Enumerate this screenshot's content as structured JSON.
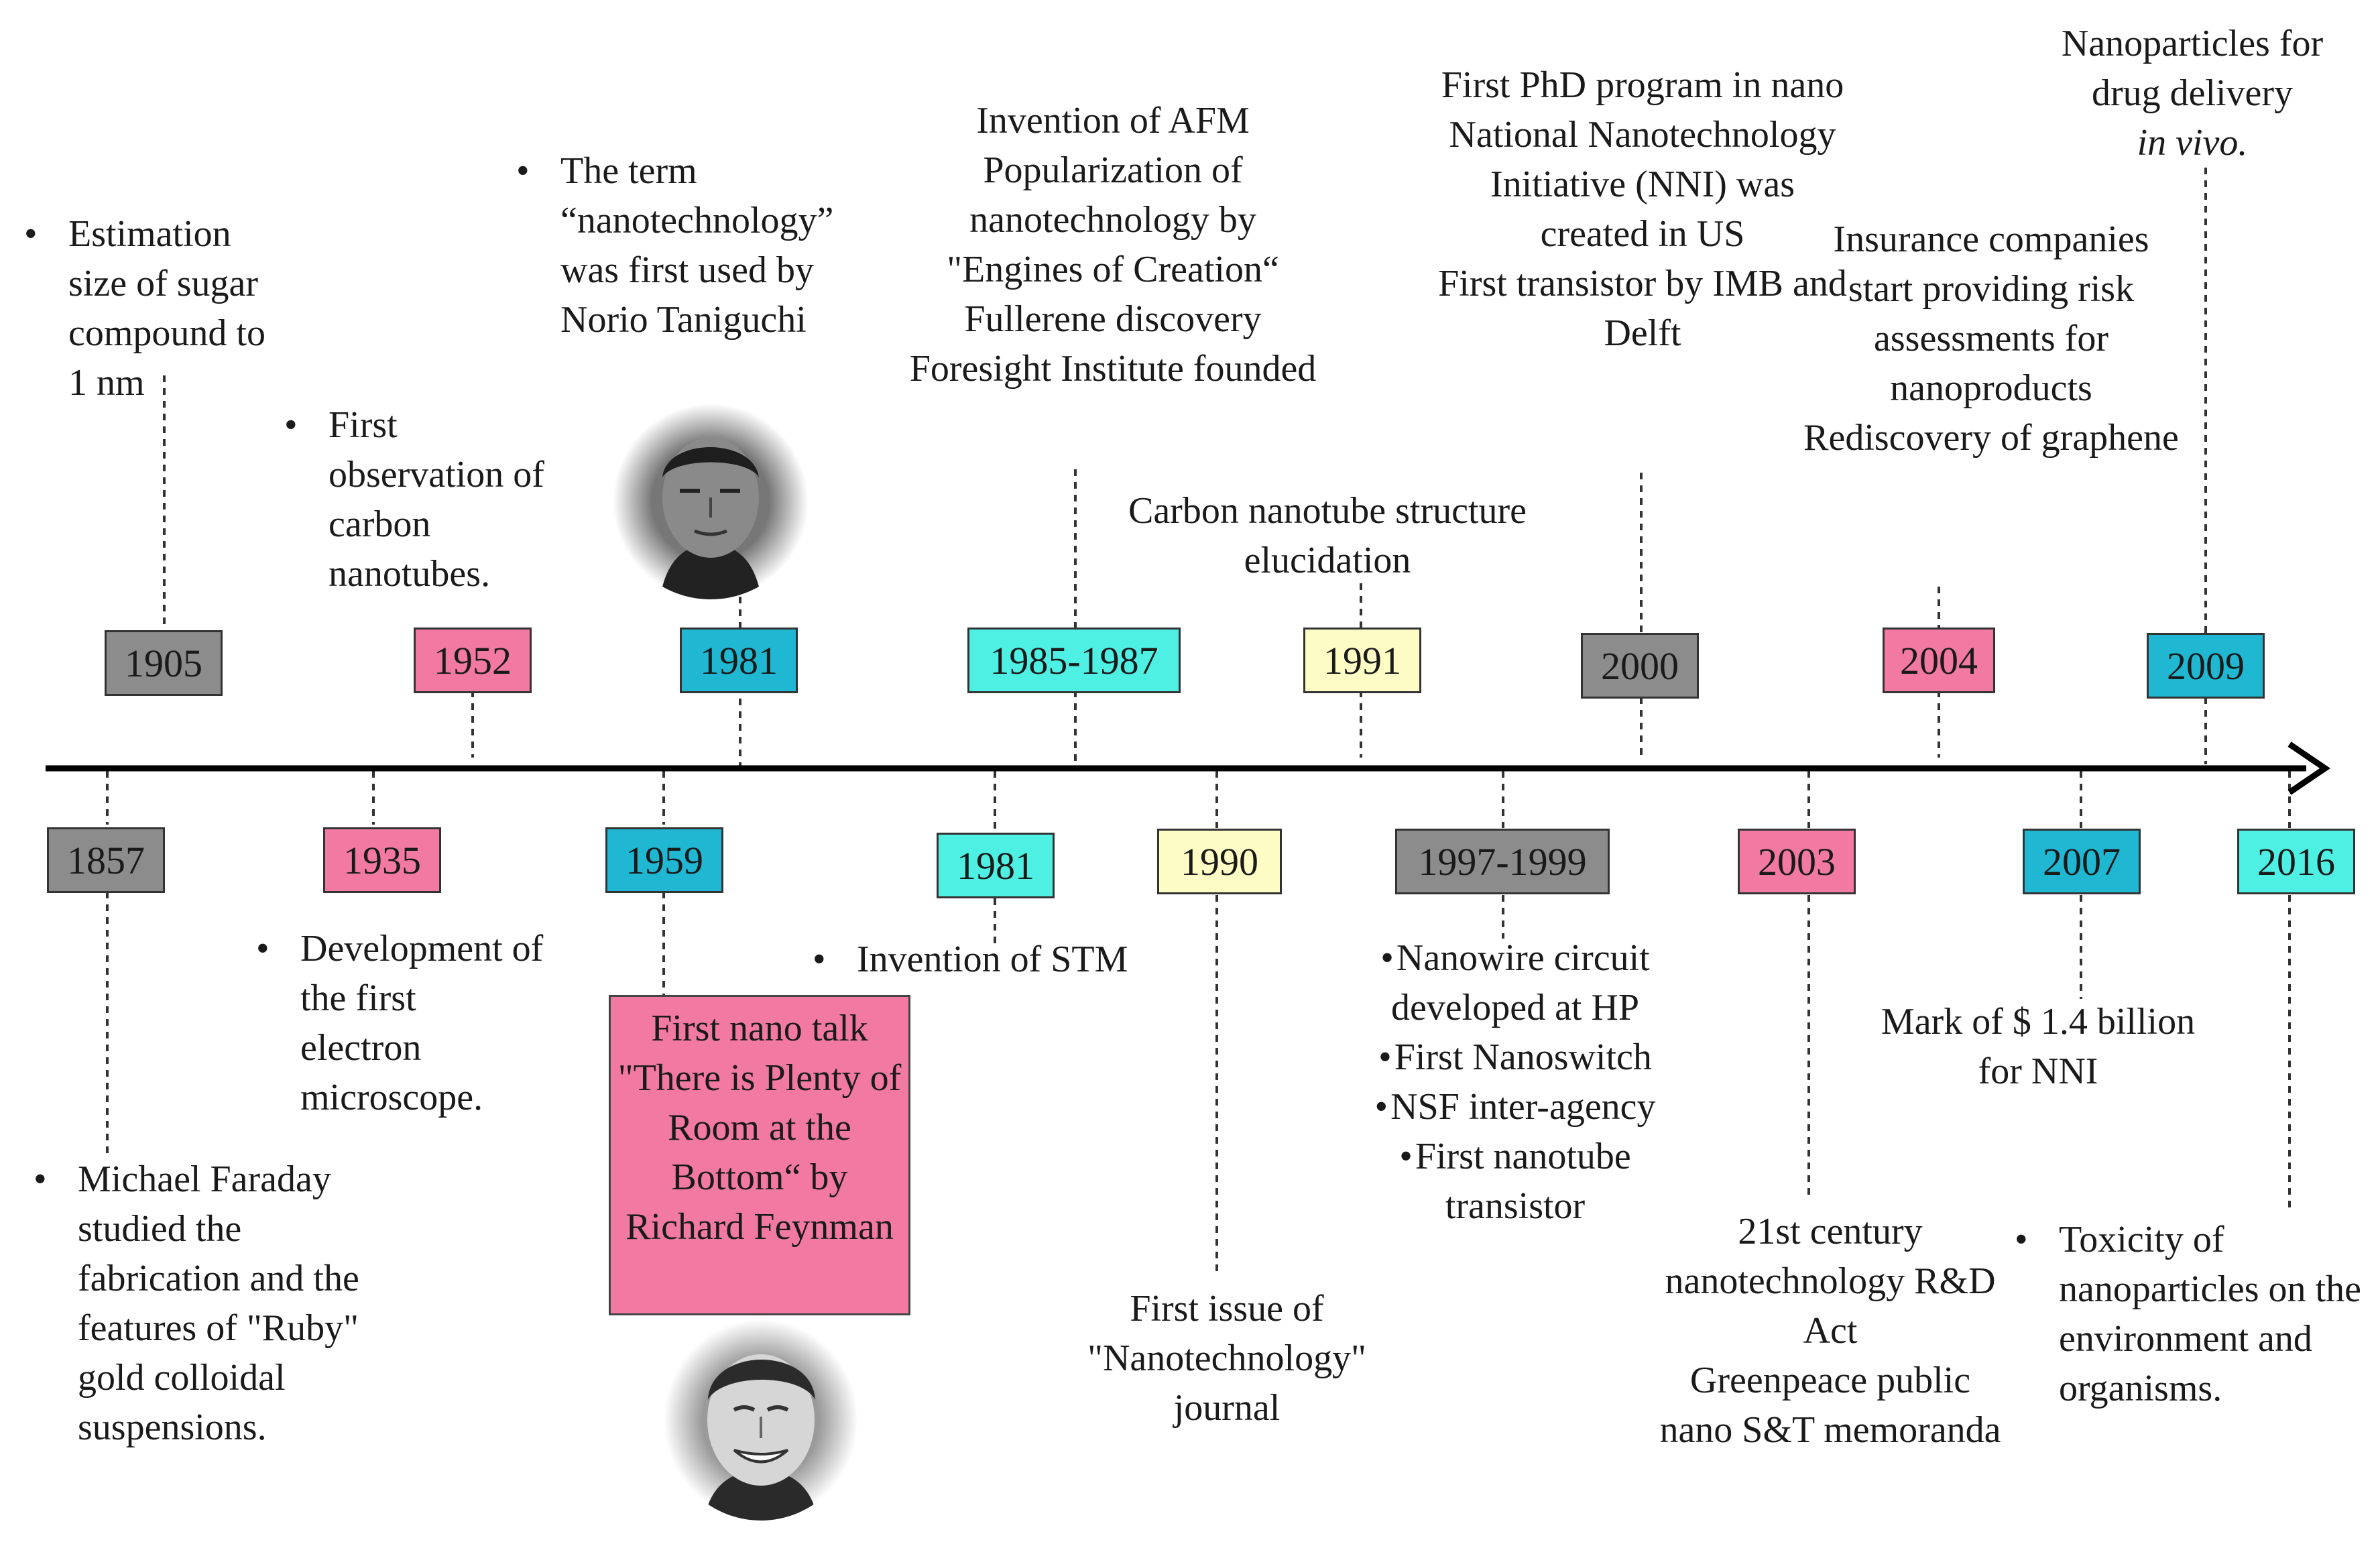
{
  "years_top": {
    "y1905": "1905",
    "y1952": "1952",
    "y1981": "1981",
    "y1985": "1985-1987",
    "y1991": "1991",
    "y2000": "2000",
    "y2004": "2004",
    "y2009": "2009"
  },
  "years_bottom": {
    "y1857": "1857",
    "y1935": "1935",
    "y1959": "1959",
    "y1981": "1981",
    "y1990": "1990",
    "y1997": "1997-1999",
    "y2003": "2003",
    "y2007": "2007",
    "y2016": "2016"
  },
  "events": {
    "e1905": [
      "Estimation size of sugar compound to 1 nm"
    ],
    "e1952": [
      "First observation of carbon nanotubes."
    ],
    "e1981_top": [
      "The term “nanotechnology” was first used by Norio Taniguchi"
    ],
    "e1985": [
      "Invention of AFM",
      "Popularization of nanotechnology by \"Engines of Creation“",
      "Fullerene discovery",
      "Foresight Institute founded"
    ],
    "e1991": [
      "Carbon nanotube structure elucidation"
    ],
    "e2000": [
      "First PhD program in nano",
      "National Nanotechnology Initiative (NNI) was created in US",
      "First transistor by IMB and Delft"
    ],
    "e2004": [
      "Insurance companies start providing risk assessments for nanoproducts",
      "Rediscovery of graphene"
    ],
    "e2009": [
      "Nanoparticles for drug delivery",
      "in vivo."
    ],
    "e1857": [
      "Michael Faraday studied the fabrication and the features of \"Ruby\" gold colloidal suspensions."
    ],
    "e1935": [
      "Development of the first electron microscope."
    ],
    "e1959": "First nano talk \"There is Plenty of Room at the Bottom“ by Richard Feynman",
    "e1981_bottom": [
      "Invention of STM"
    ],
    "e1990": [
      "First issue of \"Nanotechnology\" journal"
    ],
    "e1997": [
      "Nanowire circuit developed at HP",
      "First Nanoswitch",
      "NSF inter-agency",
      "First nanotube transistor"
    ],
    "e2003": [
      "21st century nanotechnology R&D Act",
      "Greenpeace public nano S&T memoranda"
    ],
    "e2007": [
      "Mark of $ 1.4 billion for NNI"
    ],
    "e2016": [
      "Toxicity of nanoparticles on the environment and organisms."
    ]
  },
  "colors": {
    "gray": "#8c8c8c",
    "pink": "#f27aa2",
    "blue": "#1fb7d2",
    "cyan": "#4ff0e4",
    "yellow": "#fdfcc4",
    "axis": "#000000"
  },
  "icons": [
    "taniguchi-portrait-icon",
    "feynman-portrait-icon",
    "arrow-head-icon"
  ]
}
